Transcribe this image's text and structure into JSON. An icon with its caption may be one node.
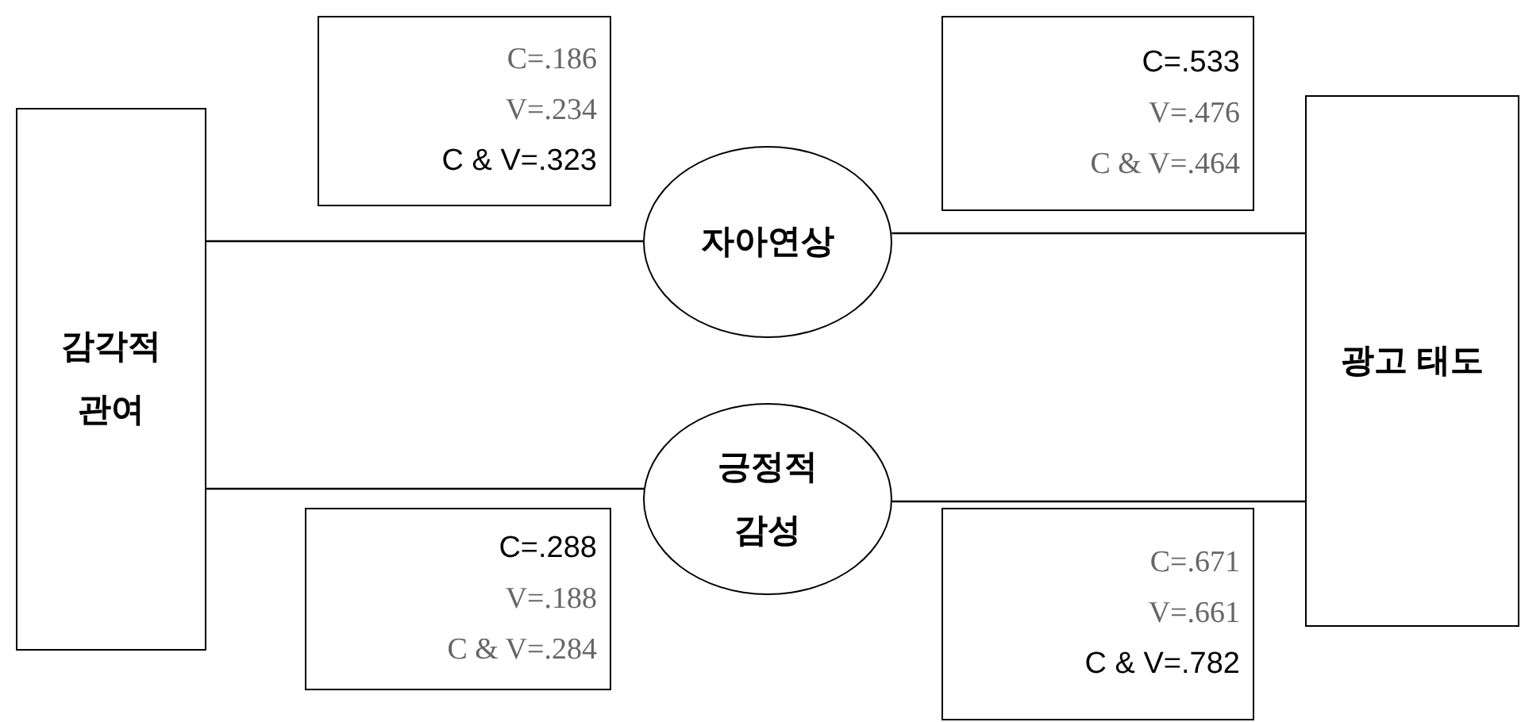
{
  "diagram": {
    "nodes": [
      {
        "text": [
          "감각적 관여"
        ]
      },
      {
        "text": [
          "자아연상"
        ]
      },
      {
        "text": [
          "긍정적 감성"
        ]
      },
      {
        "text": [
          "광고 태도"
        ]
      },
      {
        "text": [
          "C=.186",
          "V=.234",
          "C & V=.323"
        ]
      },
      {
        "text": [
          "C=.533",
          "V=.476",
          "C & V=.464"
        ]
      },
      {
        "text": [
          "C=.288",
          "V=.188",
          "C & V=.284"
        ]
      },
      {
        "text": [
          "C=.671",
          "V=.661",
          "C & V=.782"
        ]
      }
    ],
    "edges": [
      {
        "from": 0,
        "to": 1,
        "arrow": "none"
      },
      {
        "from": 1,
        "to": 3,
        "arrow": "none"
      },
      {
        "from": 0,
        "to": 2,
        "arrow": "none"
      },
      {
        "from": 2,
        "to": 3,
        "arrow": "none"
      }
    ]
  }
}
